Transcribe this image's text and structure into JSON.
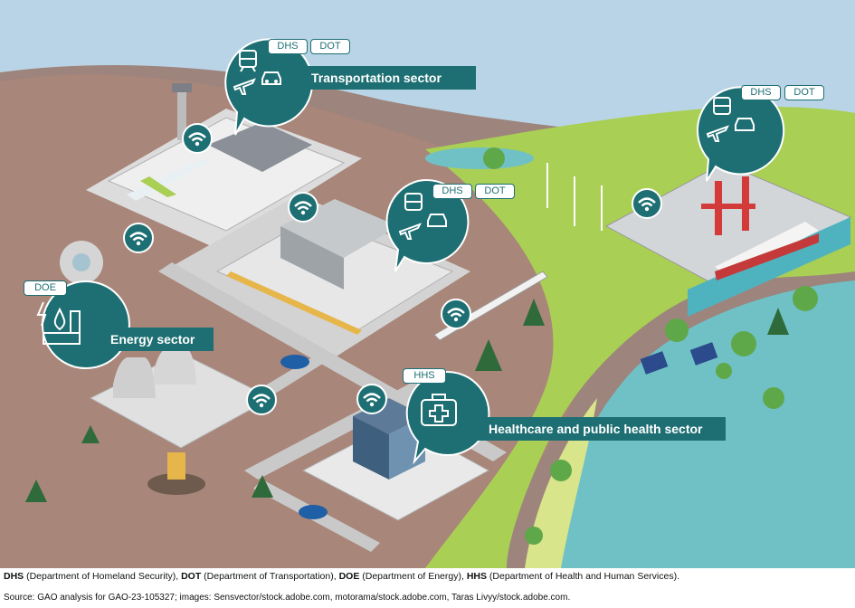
{
  "bubbles": {
    "transport_top": {
      "banner": "Transportation sector",
      "tags": [
        "DHS",
        "DOT"
      ]
    },
    "transport_mid": {
      "tags": [
        "DHS",
        "DOT"
      ]
    },
    "port": {
      "tags": [
        "DHS",
        "DOT"
      ]
    },
    "energy": {
      "banner": "Energy sector",
      "tags": [
        "DOE"
      ]
    },
    "health": {
      "banner": "Healthcare and public health sector",
      "tags": [
        "HHS"
      ]
    }
  },
  "footer": {
    "legend": [
      {
        "abbr": "DHS",
        "full": " (Department of Homeland Security), "
      },
      {
        "abbr": "DOT",
        "full": " (Department of Transportation), "
      },
      {
        "abbr": "DOE",
        "full": " (Department of Energy), "
      },
      {
        "abbr": "HHS",
        "full": " (Department of Health and Human Services)."
      }
    ],
    "source": "Source: GAO analysis for GAO-23-105327; images: Sensvector/stock.adobe.com, motorama/stock.adobe.com, Taras Livyy/stock.adobe.com."
  },
  "colors": {
    "teal": "#1e6f73",
    "sky": "#b9d4e6",
    "land": "#a8867a",
    "grass": "#a9cf54",
    "water": "#6fc1c6"
  }
}
